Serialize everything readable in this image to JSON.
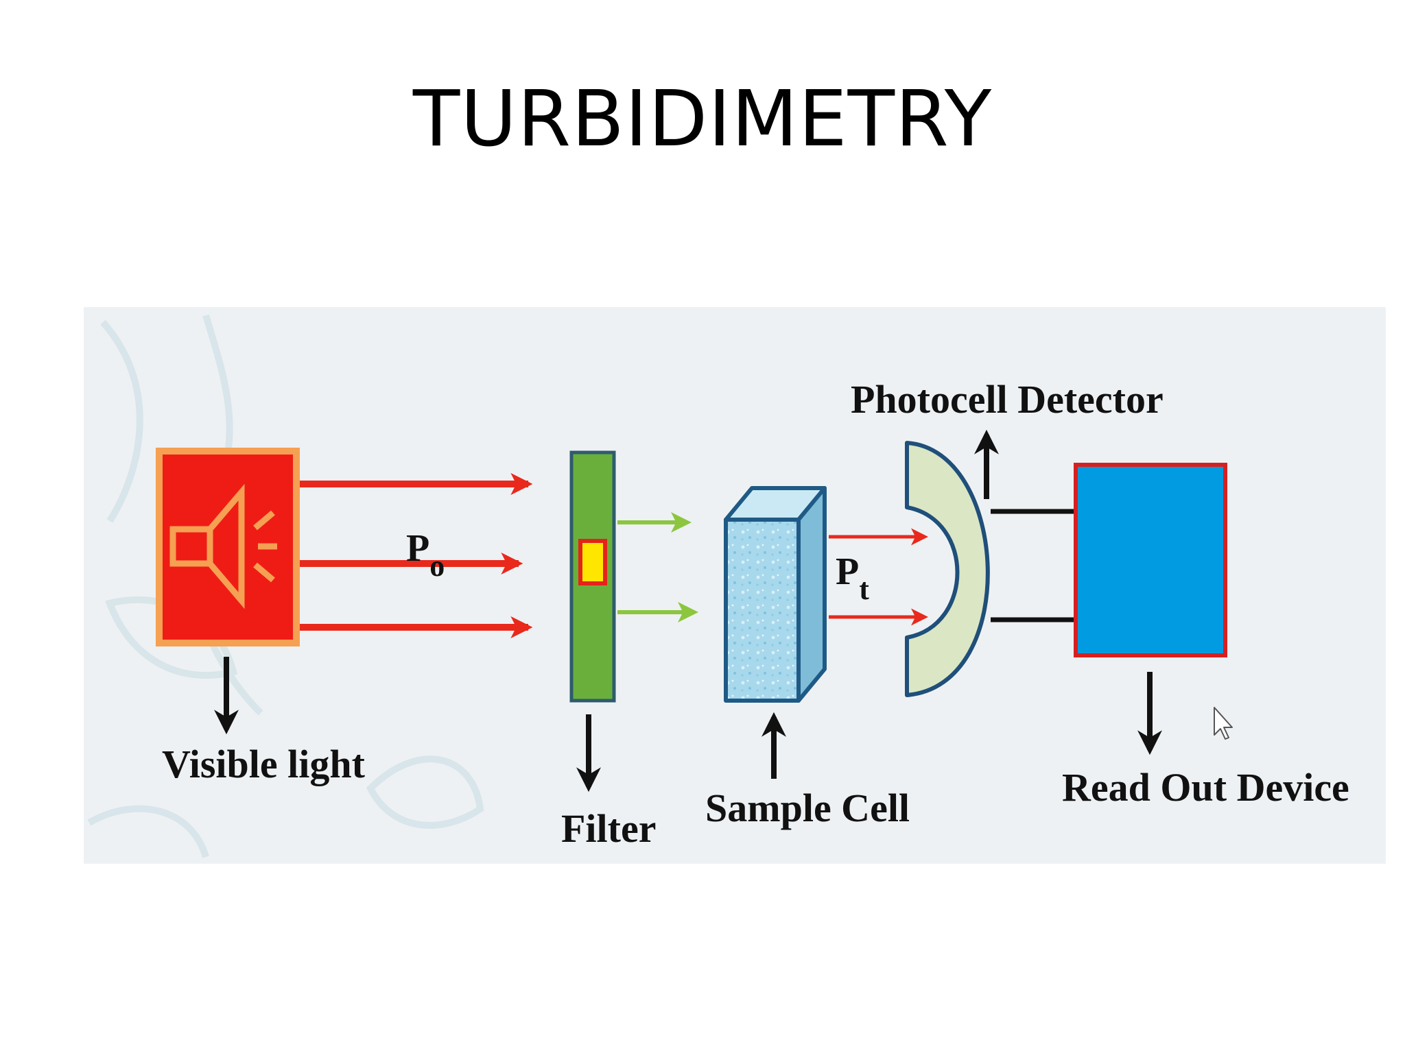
{
  "slide": {
    "title": "TURBIDIMETRY"
  },
  "diagram": {
    "labels": {
      "visible_light": "Visible light",
      "filter": "Filter",
      "sample_cell": "Sample Cell",
      "photocell_detector": "Photocell Detector",
      "read_out_device": "Read Out Device"
    },
    "symbols": {
      "incident_power_main": "P",
      "incident_power_sub": "o",
      "transmitted_power_main": "P",
      "transmitted_power_sub": "t"
    }
  },
  "colors": {
    "source_fill": "#ef1c16",
    "source_border": "#f5a052",
    "red_beam": "#e8291c",
    "green_beam": "#8cc63f",
    "filter_fill": "#6aaf3c",
    "filter_window": "#ffe600",
    "sample_cell": "#a8d8ec",
    "detector_fill": "#dbe6c4",
    "readout_fill": "#009be0",
    "readout_border": "#d62020",
    "diagram_background": "#eef1f3"
  },
  "icons": {
    "source_icon": "speaker-icon",
    "mouse_cursor": "cursor-icon"
  }
}
